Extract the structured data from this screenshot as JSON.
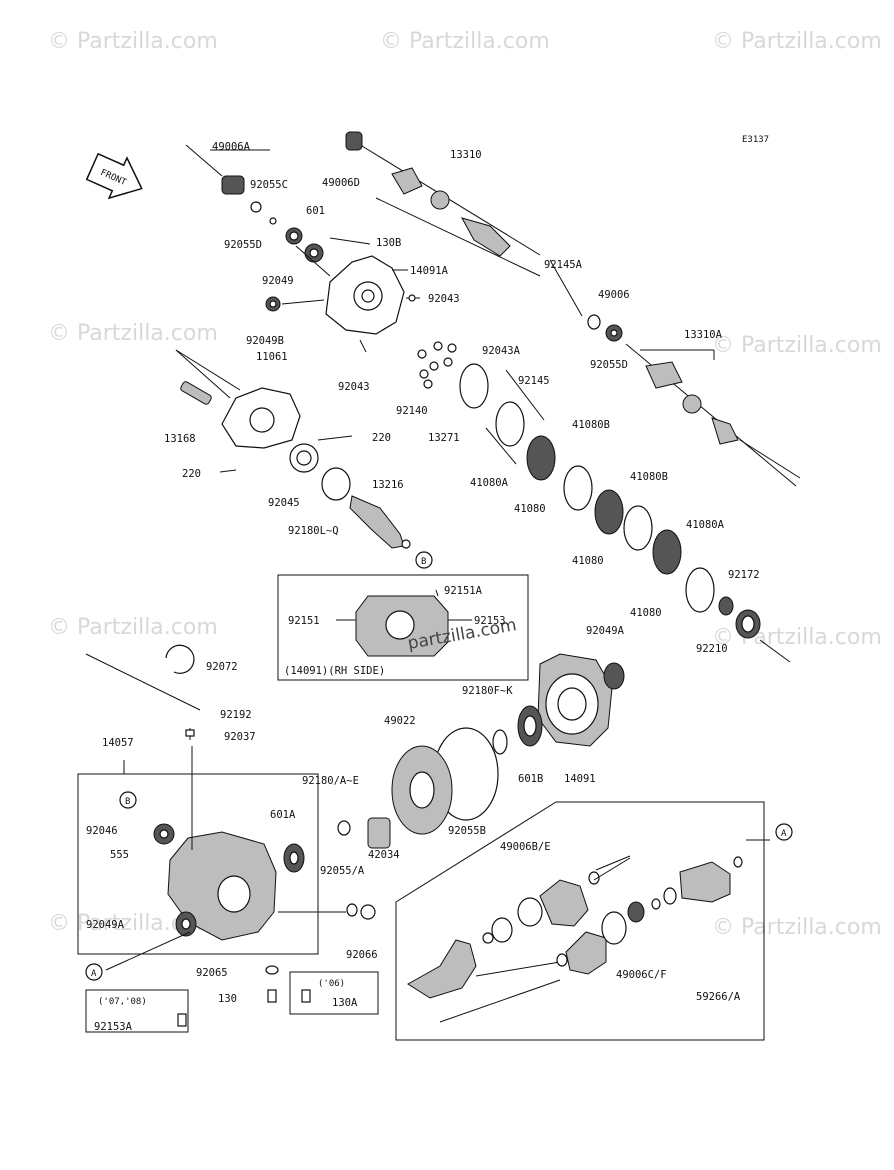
{
  "diagram_code": "E3137",
  "front_label": "FRONT",
  "watermark_text": "© Partzilla.com",
  "center_watermark": "partzilla.com",
  "parts": {
    "p49006A": "49006A",
    "p92055C": "92055C",
    "p92055D": "92055D",
    "p601": "601",
    "p92049": "92049",
    "p92049B": "92049B",
    "p11061": "11061",
    "p13168": "13168",
    "p220a": "220",
    "p220b": "220",
    "p92045": "92045",
    "p92180LQ": "92180L~Q",
    "p13216": "13216",
    "p49006D": "49006D",
    "p13310": "13310",
    "p130B": "130B",
    "p14091A": "14091A",
    "p92043a": "92043",
    "p92043b": "92043",
    "p92145A": "92145A",
    "p49006": "49006",
    "p92055D2": "92055D",
    "p13310A": "13310A",
    "p92043A": "92043A",
    "p92145": "92145",
    "p92140": "92140",
    "p13271": "13271",
    "p41080Ba": "41080B",
    "p41080A": "41080A",
    "p41080a": "41080",
    "p41080Bb": "41080B",
    "p41080b": "41080",
    "p41080A2": "41080A",
    "p41080c": "41080",
    "p92172": "92172",
    "p92210": "92210",
    "p92151A": "92151A",
    "p92151": "92151",
    "p92153": "92153",
    "p14091note": "(14091)(RH SIDE)",
    "p92049A": "92049A",
    "p92180FK": "92180F~K",
    "p601B": "601B",
    "p14091": "14091",
    "p92072": "92072",
    "p92192": "92192",
    "p92037": "92037",
    "p14057": "14057",
    "p49022": "49022",
    "p92180AE": "92180/A~E",
    "p601A": "601A",
    "p92046": "92046",
    "p555": "555",
    "p42034": "42034",
    "p92055B": "92055B",
    "p92055A": "92055/A",
    "p92049A2": "92049A",
    "p92066": "92066",
    "p92065": "92065",
    "p130": "130",
    "p92153A": "92153A",
    "p130A": "130A",
    "p49006BE": "49006B/E",
    "p49006CF": "49006C/F",
    "p59266A": "59266/A"
  },
  "notes": {
    "year_0708": "('07,'08)",
    "year_06": "('06)"
  },
  "callouts": {
    "A": "A",
    "B": "B"
  }
}
